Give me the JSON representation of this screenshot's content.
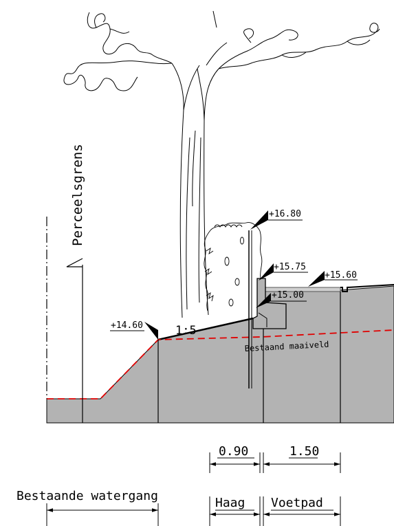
{
  "labels": {
    "perceelsgrens": "Perceelsgrens",
    "bestaand_maaiveld": "Bestaand maaiveld",
    "slope": "1:5",
    "bestaande_watergang": "Bestaande watergang",
    "haag": "Haag",
    "voetpad": "Voetpad"
  },
  "levels": {
    "l1680": "+16.80",
    "l1575": "+15.75",
    "l1560": "+15.60",
    "l1500": "+15.00",
    "l1460": "+14.60"
  },
  "dimensions": {
    "haag_width": "0.90",
    "voetpad_width": "1.50"
  },
  "colors": {
    "ground": "#b3b3b3",
    "existing_ground_line": "#e00000",
    "line": "#000000"
  }
}
